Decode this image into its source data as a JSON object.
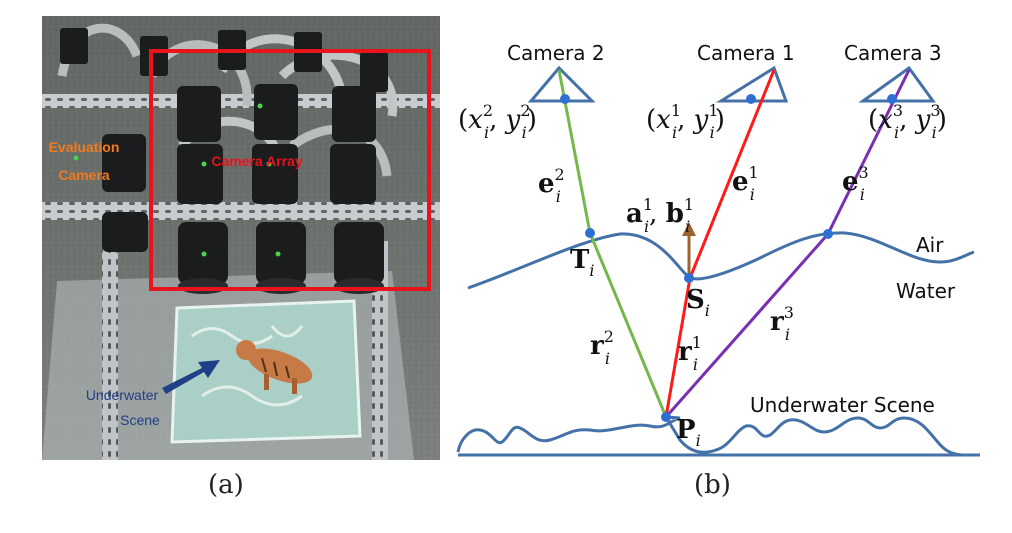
{
  "photo_panel": {
    "caption": "(a)",
    "labels": {
      "evaluation_camera_line1": "Evaluation",
      "evaluation_camera_line2": "Camera",
      "camera_array": "Camera Array",
      "underwater_scene_line1": "Underwater",
      "underwater_scene_line2": "Scene"
    },
    "colors": {
      "evaluation": "#f07a1e",
      "array": "#e8141c",
      "scene": "#1f3f86"
    }
  },
  "diagram_panel": {
    "caption": "(b)",
    "cameras": {
      "cam2": {
        "label": "Camera 2",
        "sup": "2"
      },
      "cam1": {
        "label": "Camera 1",
        "sup": "1"
      },
      "cam3": {
        "label": "Camera 3",
        "sup": "3"
      }
    },
    "coord_parts": {
      "open": "(",
      "x": "x",
      "sub": "i",
      "comma": ", ",
      "y": "y",
      "close": ")"
    },
    "vectors": {
      "e": "e",
      "r": "r",
      "a": "a",
      "b": "b",
      "sub": "i",
      "sup1": "1",
      "sup2": "2",
      "sup3": "3",
      "comma": ", "
    },
    "points": {
      "T": "T",
      "S": "S",
      "P": "P",
      "sub": "i"
    },
    "media": {
      "air": "Air",
      "water": "Water",
      "scene": "Underwater Scene"
    },
    "colors": {
      "outline": "#4472a8",
      "ray1": "#ff1a1a",
      "ray2": "#72b84a",
      "ray3": "#7a2fb0",
      "normal": "#a0622d",
      "point": "#2f6fd1"
    }
  }
}
